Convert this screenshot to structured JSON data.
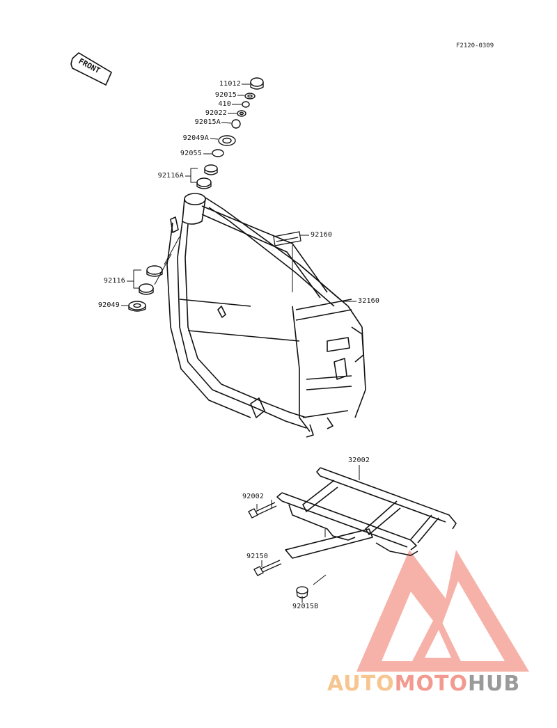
{
  "diagram": {
    "ref_code": "F2120-0309",
    "front_label": "FRONT",
    "parts": {
      "p11012": "11012",
      "p92015": "92015",
      "p410": "410",
      "p92022": "92022",
      "p92015A": "92015A",
      "p92049A": "92049A",
      "p92055": "92055",
      "p92116A": "92116A",
      "p92160": "92160",
      "p92116": "92116",
      "p92049": "92049",
      "p32160": "32160",
      "p32002": "32002",
      "p92002": "92002",
      "p92150": "92150",
      "p92015B": "92015B"
    }
  },
  "watermark": {
    "brand_part1": "AUTO",
    "brand_part2": "MOTO",
    "brand_part3": "HUB",
    "colors": {
      "auto": "#f7c58f",
      "moto": "#f39a90",
      "hub": "#9a9a9a",
      "logo": "#f5a59a"
    }
  }
}
